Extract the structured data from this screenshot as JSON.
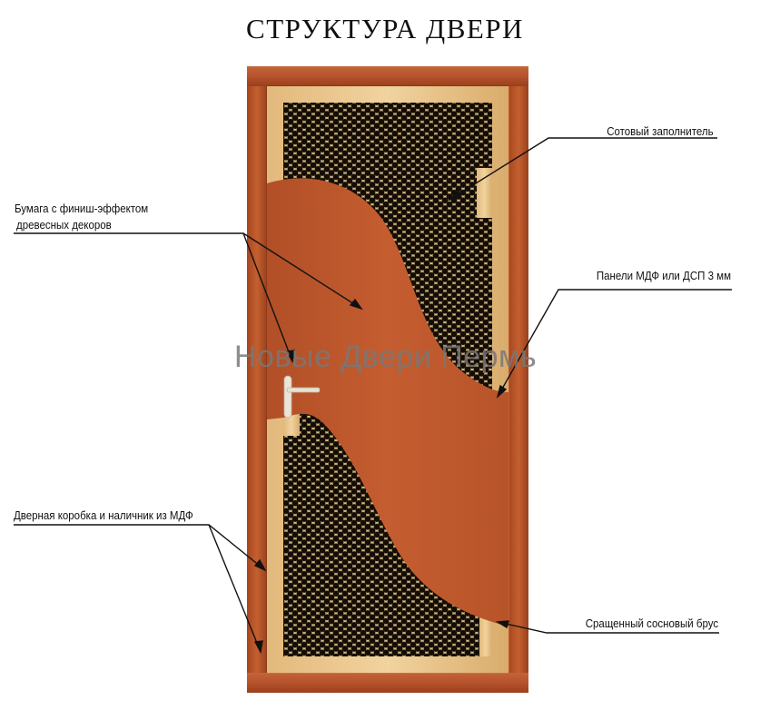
{
  "title": "СТРУКТУРА ДВЕРИ",
  "watermark": "Новые Двери Пермь",
  "labels": {
    "honeycomb": "Сотовый заполнитель",
    "paper_line1": "Бумага с финиш-эффектом",
    "paper_line2": "древесных декоров",
    "panels": "Панели МДФ или ДСП 3 мм",
    "frame": "Дверная коробка и наличник из МДФ",
    "pine": "Сращенный сосновый брус"
  },
  "colors": {
    "frame": "#b5512c",
    "frame_dark": "#8e3a1c",
    "panel": "#c0582e",
    "pine": "#e8c58e",
    "honeycomb_bg": "#1a1208",
    "honeycomb_cell": "#d9c08a",
    "leader": "#111111"
  }
}
